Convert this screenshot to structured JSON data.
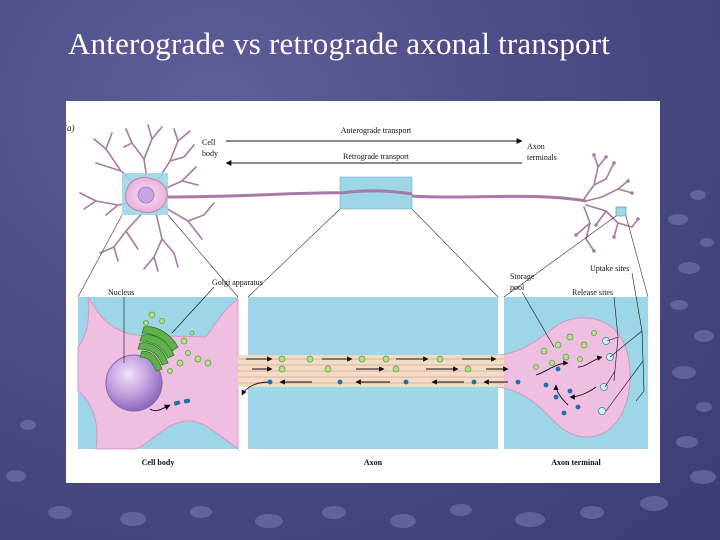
{
  "slide": {
    "title": "Anterograde vs retrograde axonal transport"
  },
  "figure": {
    "panel_label": "(a)",
    "top": {
      "cell_body_label": [
        "Cell",
        "body"
      ],
      "axon_terminals_label": [
        "Axon",
        "terminals"
      ],
      "anterograde_label": "Anterograde transport",
      "retrograde_label": "Retrograde transport"
    },
    "callouts": {
      "nucleus": "Nucleus",
      "golgi": "Golgi apparatus",
      "storage_pool": [
        "Storage",
        "pool"
      ],
      "uptake_sites": "Uptake sites",
      "release_sites": "Release sites"
    },
    "panels": {
      "cell_body": "Cell body",
      "axon": "Axon",
      "axon_terminal": "Axon terminal"
    },
    "colors": {
      "background": "#4b4b86",
      "panel_blue": "#9dd6e6",
      "cell_pink": "#eebfe0",
      "nucleus_purple": "#b58ed6",
      "golgi_green": "#5fb24a",
      "vesicle_green": "#b6de8c",
      "vesicle_blue": "#1f6fb0"
    }
  }
}
